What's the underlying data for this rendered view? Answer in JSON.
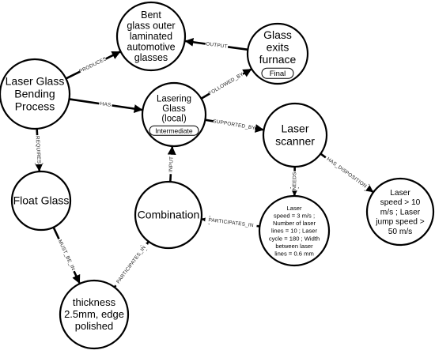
{
  "nodes": {
    "bent_glass": {
      "lines": [
        "Bent",
        "glass outer",
        "laminated",
        "automotive",
        "glasses"
      ]
    },
    "glass_exits": {
      "lines": [
        "Glass",
        "exits",
        "furnace"
      ],
      "badge": "Final"
    },
    "laser_glass_bending": {
      "lines": [
        "Laser Glass",
        "Bending",
        "Process"
      ]
    },
    "lasering_glass": {
      "lines": [
        "Lasering",
        "Glass",
        "(local)"
      ],
      "badge": "Intermediate"
    },
    "laser_scanner": {
      "lines": [
        "Laser",
        "scanner"
      ]
    },
    "float_glass": {
      "lines": [
        "Float Glass"
      ]
    },
    "combination": {
      "lines": [
        "Combination"
      ]
    },
    "laser_params": {
      "lines": [
        "Laser",
        "speed = 3 m/s ;",
        "Number of laser",
        "lines = 10 ; Laser",
        "cycle = 180 ; Width",
        "between laser",
        "lines = 0.6 mm"
      ]
    },
    "laser_speed": {
      "lines": [
        "Laser",
        "speed > 10",
        "m/s ; Laser",
        "jump speed >",
        "50 m/s"
      ]
    },
    "thickness": {
      "lines": [
        "thickness",
        "2.5mm, edge",
        "polished"
      ]
    }
  },
  "edges": {
    "produces": "PRODUCES",
    "output": "OUTPUT",
    "has": "HAS",
    "followed_by": "FOLLOWED_BY",
    "supported_by": "SUPPORTED_BY",
    "requires": "REQUIRES",
    "input": "INPUT",
    "needs": "NEEDS",
    "has_disposition": "HAS_DISPOSITION",
    "participates_in_a": "PARTICIPATES_IN",
    "must_be_in": "MUST_BE_IN",
    "participates_in_b": "PARTICIPATES_IN"
  }
}
